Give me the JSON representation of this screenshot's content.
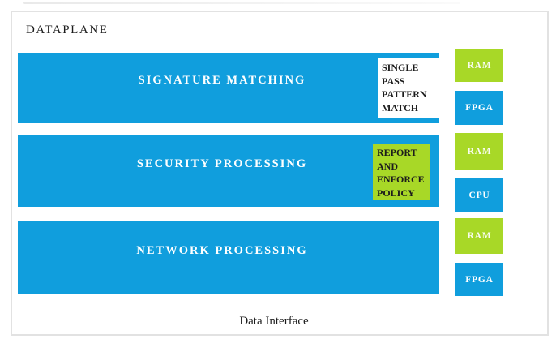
{
  "title": "DATAPLANE",
  "caption": "Data Interface",
  "colors": {
    "bar_blue": "#109edd",
    "chip_green": "#a8d827",
    "inset_white": "#ffffff",
    "bar_text": "#ffffff",
    "dark_text": "#1c1c1c",
    "frame_border": "#e2e2e2"
  },
  "bars": [
    {
      "label": "SIGNATURE MATCHING",
      "inset": {
        "text": "SINGLE PASS PATTERN MATCH",
        "variant": "white"
      }
    },
    {
      "label": "SECURITY PROCESSING",
      "inset": {
        "text": "REPORT AND ENFORCE POLICY",
        "variant": "green"
      }
    },
    {
      "label": "NETWORK PROCESSING"
    }
  ],
  "chips": [
    {
      "label": "RAM",
      "color": "green"
    },
    {
      "label": "FPGA",
      "color": "blue"
    },
    {
      "label": "RAM",
      "color": "green"
    },
    {
      "label": "CPU",
      "color": "blue"
    },
    {
      "label": "RAM",
      "color": "green"
    },
    {
      "label": "FPGA",
      "color": "blue"
    }
  ]
}
